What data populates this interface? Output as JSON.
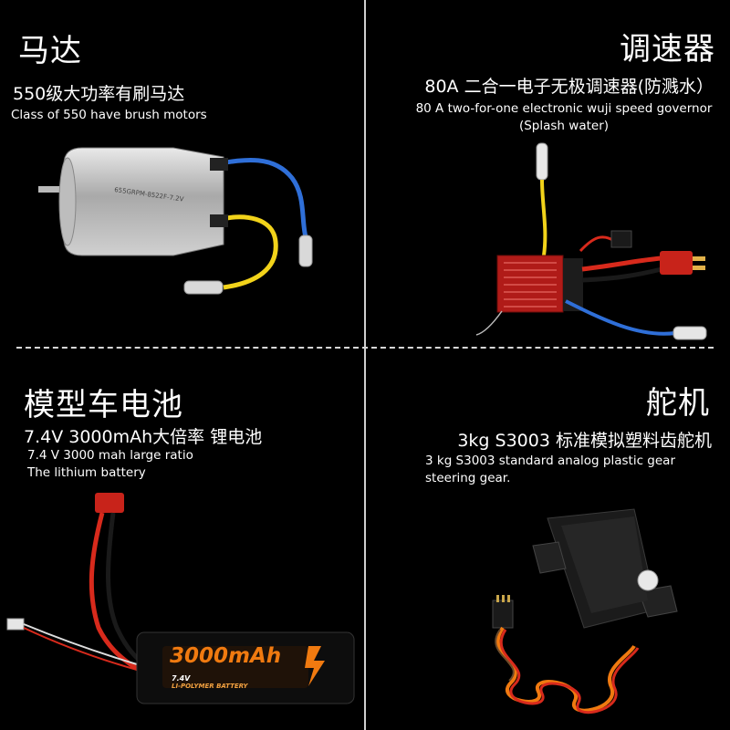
{
  "panels": {
    "motor": {
      "title": "马达",
      "subtitle_zh": "550级大功率有刷马达",
      "subtitle_en": "Class of 550 have brush motors"
    },
    "esc": {
      "title": "调速器",
      "subtitle_zh": "80A 二合一电子无极调速器(防溅水）",
      "subtitle_en_line1": "80 A two-for-one electronic wuji speed governor",
      "subtitle_en_line2": "(Splash water)"
    },
    "battery": {
      "title": "模型车电池",
      "subtitle_zh": "7.4V 3000mAh大倍率 锂电池",
      "subtitle_en_line1": "7.4 V 3000 mah large ratio",
      "subtitle_en_line2": "The lithium battery",
      "label_capacity": "3000mAh",
      "label_voltage": "7.4V",
      "label_type": "LI-POLYMER BATTERY"
    },
    "servo": {
      "title": "舵机",
      "subtitle_zh": "3kg S3003 标准模拟塑料齿舵机",
      "subtitle_en_line1": "3 kg S3003 standard analog plastic gear",
      "subtitle_en_line2": "steering gear."
    }
  },
  "colors": {
    "background": "#000000",
    "text": "#ffffff",
    "wire_blue": "#2f6fd8",
    "wire_yellow": "#f2d31a",
    "wire_red": "#d82a1c",
    "battery_orange": "#f07a10"
  },
  "icons": [
    "motor-image",
    "esc-image",
    "battery-image",
    "servo-image"
  ]
}
